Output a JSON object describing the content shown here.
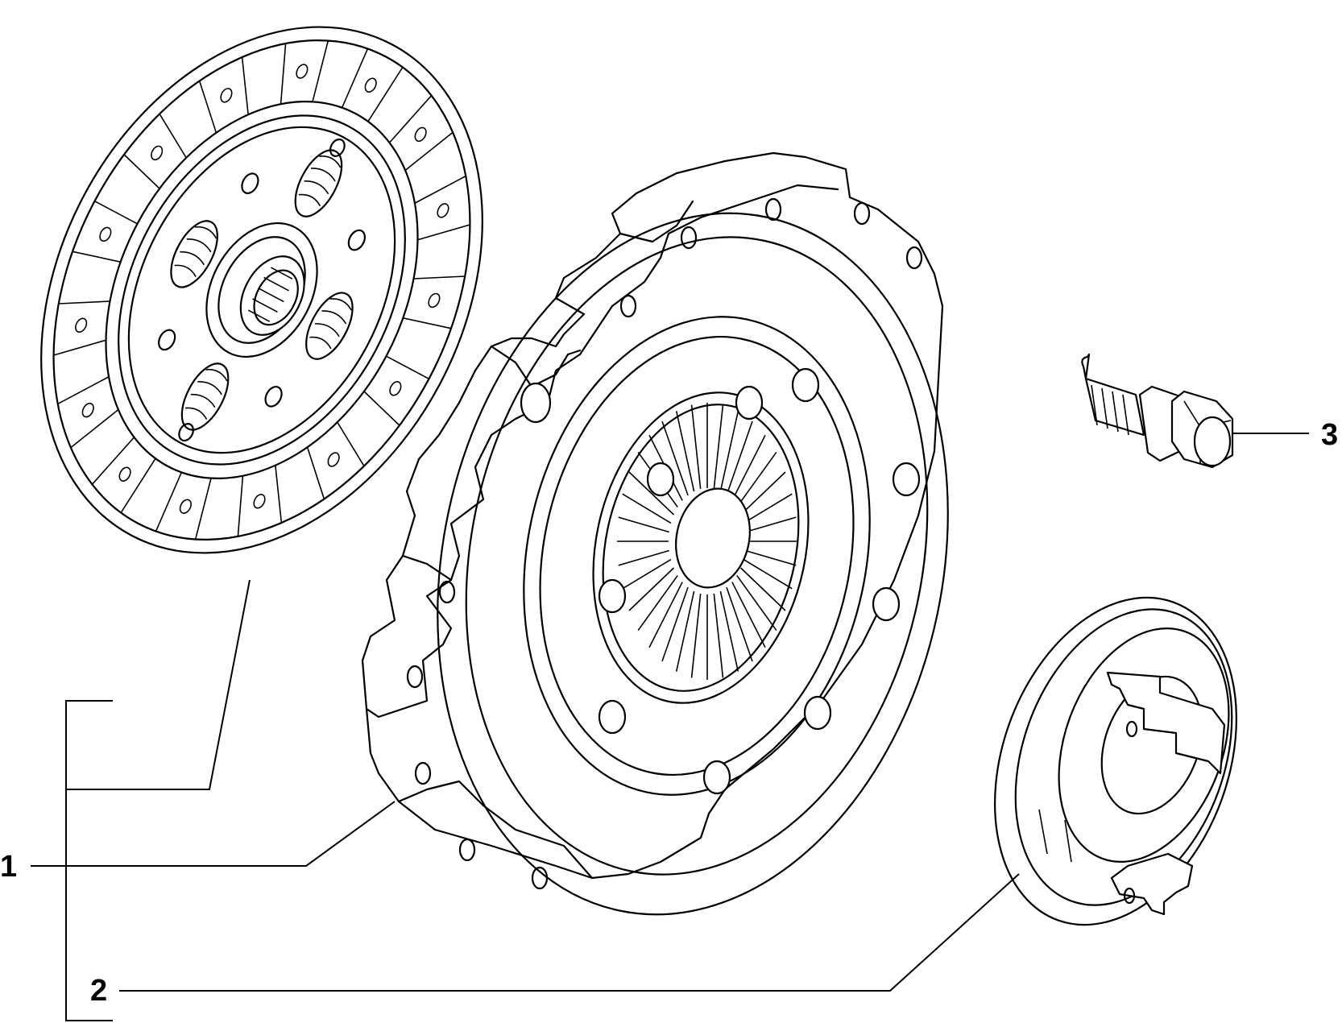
{
  "callouts": [
    {
      "id": "1",
      "label": "1"
    },
    {
      "id": "2",
      "label": "2"
    },
    {
      "id": "3",
      "label": "3"
    }
  ],
  "parts": [
    {
      "name": "clutch-disc"
    },
    {
      "name": "pressure-plate"
    },
    {
      "name": "release-bearing"
    },
    {
      "name": "bolt"
    }
  ],
  "colors": {
    "line": "#000000",
    "background": "#ffffff"
  }
}
